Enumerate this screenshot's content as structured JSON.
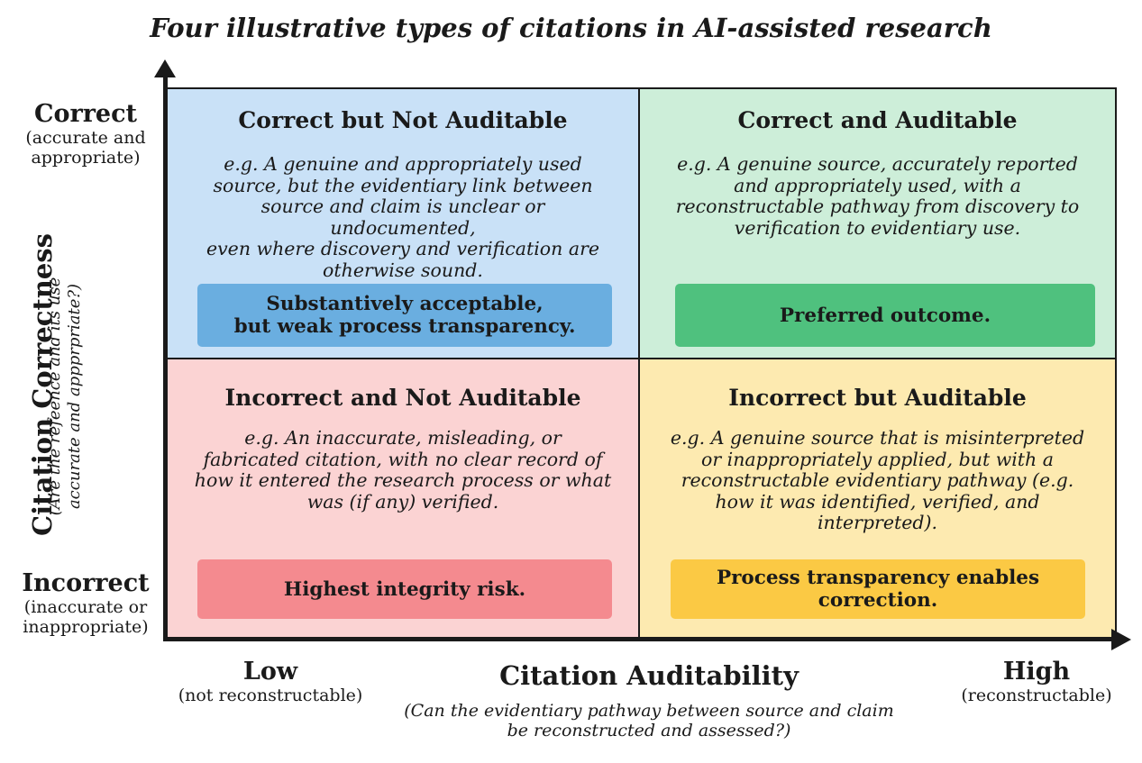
{
  "title": "Four illustrative types of citations in AI-assisted research",
  "y_axis": {
    "title": "Citation Correctness",
    "question": [
      "(Are the refeence and its use",
      "accurate and appprpriate?)"
    ],
    "high": {
      "label": "Correct",
      "sub": [
        "(accurate and",
        "appropriate)"
      ]
    },
    "low": {
      "label": "Incorrect",
      "sub": [
        "(inaccurate or",
        "inappropriate)"
      ]
    }
  },
  "x_axis": {
    "title": "Citation Auditability",
    "question": [
      "(Can the evidentiary pathway between source and claim",
      "be reconstructed and assessed?)"
    ],
    "low": {
      "label": "Low",
      "sub": "(not reconstructable)"
    },
    "high": {
      "label": "High",
      "sub": "(reconstructable)"
    }
  },
  "quadrants": {
    "top_left": {
      "heading": "Correct but Not Auditable",
      "description": [
        "e.g. A genuine and appropriately used",
        "source, but the evidentiary link between",
        "source and claim is unclear or undocumented,",
        "even where discovery and verification are",
        "otherwise sound."
      ],
      "badge": [
        "Substantively acceptable,",
        "but weak process transparency."
      ],
      "badge_color": "#6aaee0"
    },
    "top_right": {
      "heading": "Correct and Auditable",
      "description": [
        "e.g. A genuine source, accurately reported",
        "and appropriately used, with a",
        "reconstructable pathway from discovery to",
        "verification to evidentiary use."
      ],
      "badge": [
        "Preferred outcome."
      ],
      "badge_color": "#4fc17e"
    },
    "bottom_left": {
      "heading": "Incorrect and Not Auditable",
      "description": [
        "e.g. An inaccurate, misleading, or",
        "fabricated citation, with no clear record of",
        "how it entered the research process or what",
        "was (if any) verified."
      ],
      "badge": [
        "Highest integrity risk."
      ],
      "badge_color": "#f48a8f"
    },
    "bottom_right": {
      "heading": "Incorrect but Auditable",
      "description": [
        "e.g. A genuine source that is misinterpreted",
        "or inappropriately applied, but with a",
        "reconstructable evidentiary pathway (e.g.",
        "how it was identified, verified, and",
        "interpreted)."
      ],
      "badge": [
        "Process transparency enables",
        "correction."
      ],
      "badge_color": "#fbc944"
    }
  }
}
